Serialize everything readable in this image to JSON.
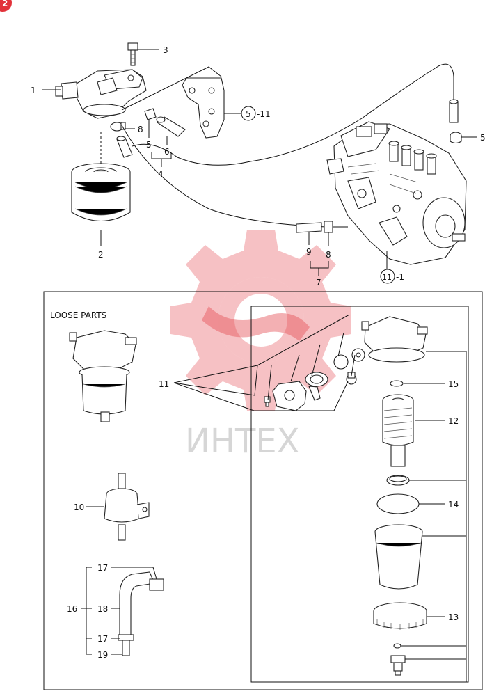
{
  "badge": {
    "number": "2",
    "color": "#e2323a"
  },
  "section": {
    "loose_parts_label": "LOOSE PARTS"
  },
  "watermark": {
    "brand": "ИНТЕХ",
    "gear_color": "#e2323a",
    "text_color": "#cfcfcf"
  },
  "callouts": {
    "c1": "1",
    "c2": "2",
    "c3": "3",
    "c5_right": "5",
    "c5_mid": "5",
    "c6": "6",
    "c4": "4",
    "c8_top": "8",
    "c8_bottom": "8",
    "c9": "9",
    "c7": "7",
    "circ5": "5",
    "circ5_suffix": "-11",
    "circ11": "11",
    "circ11_suffix": "-1",
    "c11": "11",
    "c15": "15",
    "c12": "12",
    "c14": "14",
    "c13": "13",
    "c10": "10",
    "c16": "16",
    "c17a": "17",
    "c18": "18",
    "c17b": "17",
    "c19": "19"
  }
}
